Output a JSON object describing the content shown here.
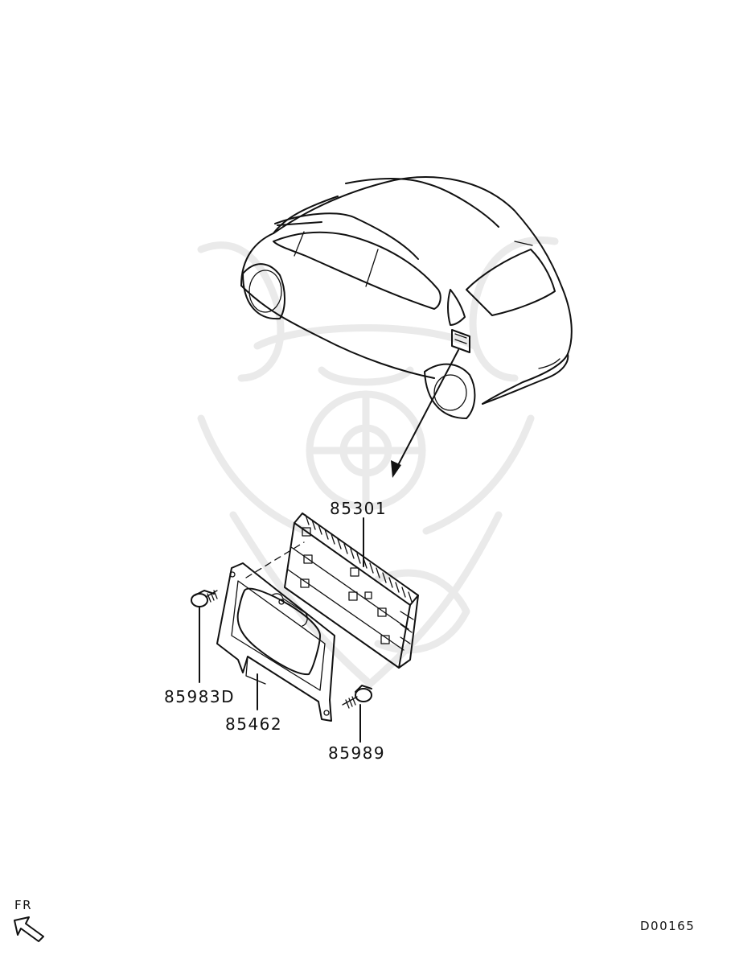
{
  "labels": {
    "unit": "85301",
    "bracket": "85462",
    "bolt_left": "85983D",
    "bolt_right": "85989",
    "front": "FR",
    "diagram_code": "D00165"
  },
  "colors": {
    "line": "#111111",
    "watermark": "#eaeaea",
    "background": "#ffffff"
  },
  "icons": {
    "front_indicator": "arrow-up-left-icon"
  }
}
